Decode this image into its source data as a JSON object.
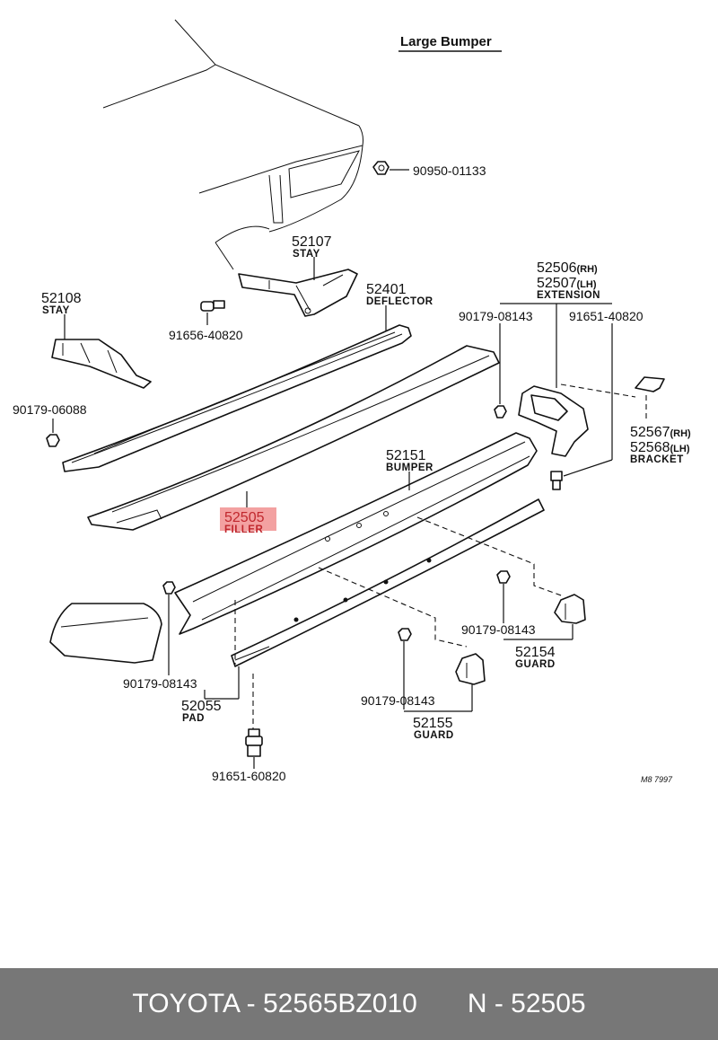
{
  "title": "Large Bumper",
  "diagram_code": "M8 7997",
  "highlight_color": "#f3a1a1",
  "parts": {
    "p90950": {
      "number": "90950-01133"
    },
    "p52107": {
      "number": "52107",
      "name": "STAY"
    },
    "p52108": {
      "number": "52108",
      "name": "STAY"
    },
    "p91656": {
      "number": "91656-40820"
    },
    "p52401": {
      "number": "52401",
      "name": "DEFLECTOR"
    },
    "p52506": {
      "number": "52506",
      "side": "(RH)"
    },
    "p52507": {
      "number": "52507",
      "side": "(LH)",
      "name": "EXTENSION"
    },
    "p90179_top": {
      "number": "90179-08143"
    },
    "p91651_top": {
      "number": "91651-40820"
    },
    "p90179_06088": {
      "number": "90179-06088"
    },
    "p52567": {
      "number": "52567",
      "side": "(RH)"
    },
    "p52568": {
      "number": "52568",
      "side": "(LH)",
      "name": "BRACKET"
    },
    "p52151": {
      "number": "52151",
      "name": "BUMPER"
    },
    "p52505": {
      "number": "52505",
      "name": "FILLER"
    },
    "p90179_right": {
      "number": "90179-08143"
    },
    "p52154": {
      "number": "52154",
      "name": "GUARD"
    },
    "p90179_left": {
      "number": "90179-08143"
    },
    "p52055": {
      "number": "52055",
      "name": "PAD"
    },
    "p90179_mid": {
      "number": "90179-08143"
    },
    "p52155": {
      "number": "52155",
      "name": "GUARD"
    },
    "p91651_bottom": {
      "number": "91651-60820"
    }
  },
  "footer": {
    "brand_part": "TOYOTA - 52565BZ010",
    "ref": "N - 52505"
  }
}
